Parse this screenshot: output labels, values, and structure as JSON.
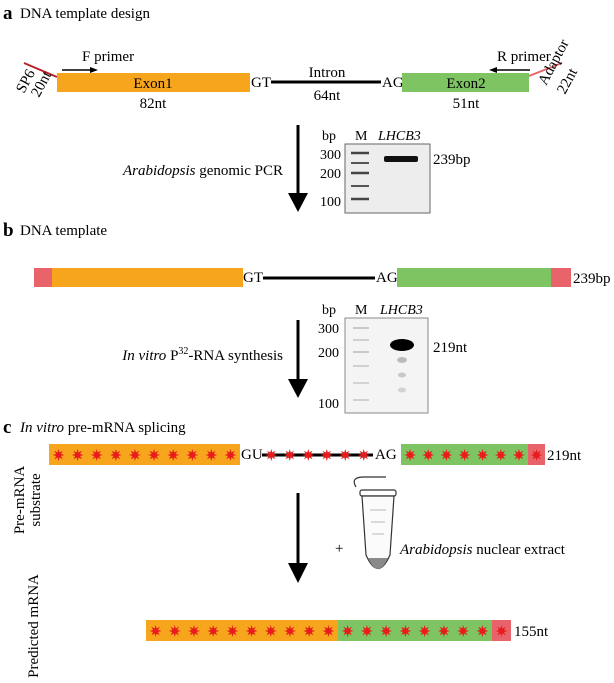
{
  "colors": {
    "exon1": "#f7a51c",
    "exon2": "#7ec463",
    "adaptor": "#e8636a",
    "sp6": "#b5212a",
    "star": "#e81c1c",
    "line": "#000000"
  },
  "panel_a": {
    "letter": "a",
    "title": "DNA template design",
    "f_primer": "F primer",
    "r_primer": "R primer",
    "sp6": "SP6",
    "sp6_len": "20nt",
    "adaptor": "Adaptor",
    "adaptor_len": "22nt",
    "exon1": "Exon1",
    "exon1_len": "82nt",
    "gt": "GT",
    "intron": "Intron",
    "intron_len": "64nt",
    "ag": "AG",
    "exon2": "Exon2",
    "exon2_len": "51nt",
    "step_italic": "Arabidopsis",
    "step_rest": " genomic PCR",
    "gel": {
      "bp": "bp",
      "lane_m": "M",
      "lane_sample": "LHCB3",
      "ticks": [
        "300",
        "200",
        "100"
      ],
      "band": "239bp"
    }
  },
  "panel_b": {
    "letter": "b",
    "title": "DNA template",
    "gt": "GT",
    "ag": "AG",
    "length": "239bp",
    "step_italic": "In vitro",
    "step_p": " P",
    "step_sup": "32",
    "step_rest": "-RNA synthesis",
    "gel": {
      "bp": "bp",
      "lane_m": "M",
      "lane_sample": "LHCB3",
      "ticks": [
        "300",
        "200",
        "100"
      ],
      "band": "219nt"
    }
  },
  "panel_c": {
    "letter": "c",
    "title_italic": "In vitro",
    "title_rest": " pre-mRNA splicing",
    "side_pre_1": "Pre-mRNA",
    "side_pre_2": "substrate",
    "gu": "GU",
    "ag": "AG",
    "pre_len": "219nt",
    "plus": "+",
    "extract_italic": "Arabidopsis",
    "extract_rest": " nuclear extract",
    "side_pred": "Predicted mRNA",
    "mrna_len": "155nt"
  }
}
